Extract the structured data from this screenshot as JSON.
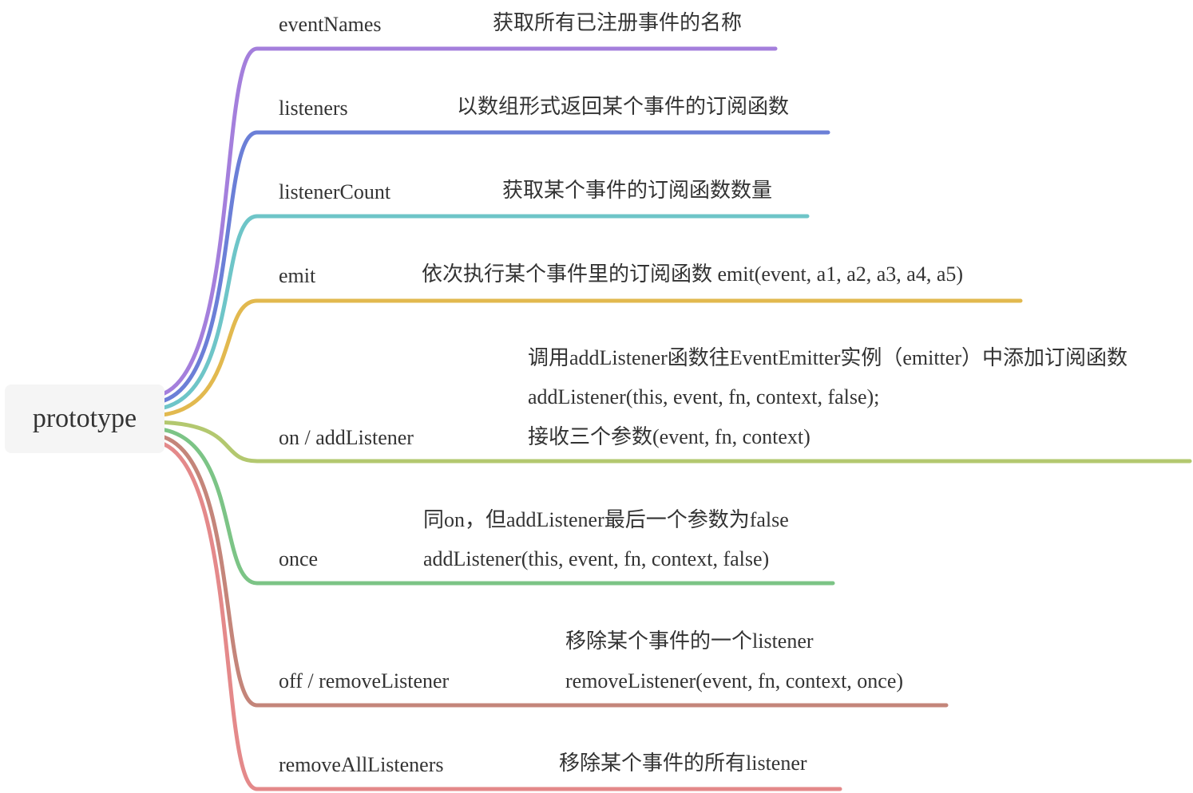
{
  "root": {
    "label": "prototype",
    "color": "#f5f5f5"
  },
  "branches": [
    {
      "id": "eventNames",
      "label": "eventNames",
      "color": "#a47fdc",
      "description": [
        "获取所有已注册事件的名称"
      ]
    },
    {
      "id": "listeners",
      "label": "listeners",
      "color": "#6b7fd7",
      "description": [
        "以数组形式返回某个事件的订阅函数"
      ]
    },
    {
      "id": "listenerCount",
      "label": "listenerCount",
      "color": "#6ec5c8",
      "description": [
        "获取某个事件的订阅函数数量"
      ]
    },
    {
      "id": "emit",
      "label": "emit",
      "color": "#e2b94f",
      "description": [
        "依次执行某个事件里的订阅函数 emit(event, a1, a2, a3, a4, a5)"
      ]
    },
    {
      "id": "on-addListener",
      "label": "on / addListener",
      "color": "#b3c86f",
      "description": [
        "调用addListener函数往EventEmitter实例（emitter）中添加订阅函数",
        "addListener(this, event, fn, context, false);",
        "接收三个参数(event, fn, context)"
      ]
    },
    {
      "id": "once",
      "label": "once",
      "color": "#7cc486",
      "description": [
        "同on，但addListener最后一个参数为false",
        "addListener(this, event, fn, context, false)"
      ]
    },
    {
      "id": "off-removeListener",
      "label": "off / removeListener",
      "color": "#c4857a",
      "description": [
        "移除某个事件的一个listener",
        "removeListener(event, fn, context, once)"
      ]
    },
    {
      "id": "removeAllListeners",
      "label": "removeAllListeners",
      "color": "#e4898a",
      "description": [
        "移除某个事件的所有listener"
      ]
    }
  ]
}
